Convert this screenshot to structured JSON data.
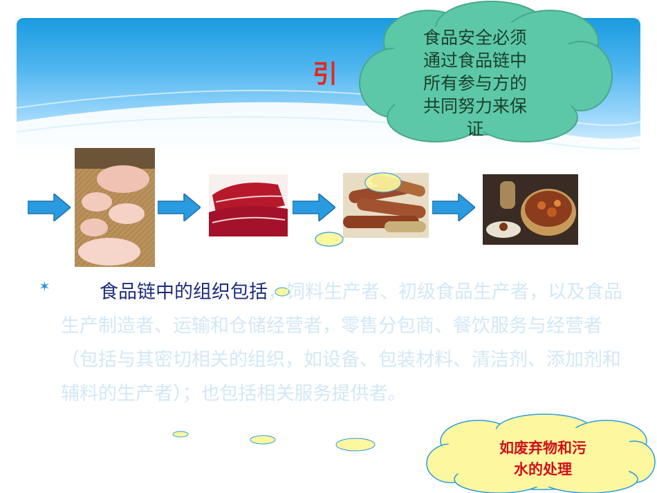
{
  "slide": {
    "title": "引 言",
    "callout_top": "食品安全必须\n通过食品链中\n所有参与方的\n共同努力来保\n证",
    "callout_bottom": "如废弃物和污\n水的处理"
  },
  "content": {
    "bullet_symbol": "✶",
    "lead_text": "食品链中的组织包括",
    "body_text": "，饲料生产者、初级食品生产者，以及食品生产制造者、运输和仓储经营者，零售分包商、餐饮服务与经营者（包括与其密切相关的组织，如设备、包装材料、清洁剂、添加剂和辅料的生产者）；也包括相关服务提供者。"
  },
  "chain": {
    "steps": [
      {
        "name": "pig-farm-photo"
      },
      {
        "name": "raw-meat-photo"
      },
      {
        "name": "sausage-photo"
      },
      {
        "name": "cooked-dish-photo"
      }
    ],
    "arrow_color": "#2a9be0"
  },
  "colors": {
    "title": "#e5261d",
    "cloud_top_fill": "#5cc8a8",
    "cloud_bottom_fill": "#fdf7a0",
    "callout_bottom_text": "#d0101a",
    "lead_text": "#1d2c7a",
    "body_text": "#d4e7f6"
  }
}
